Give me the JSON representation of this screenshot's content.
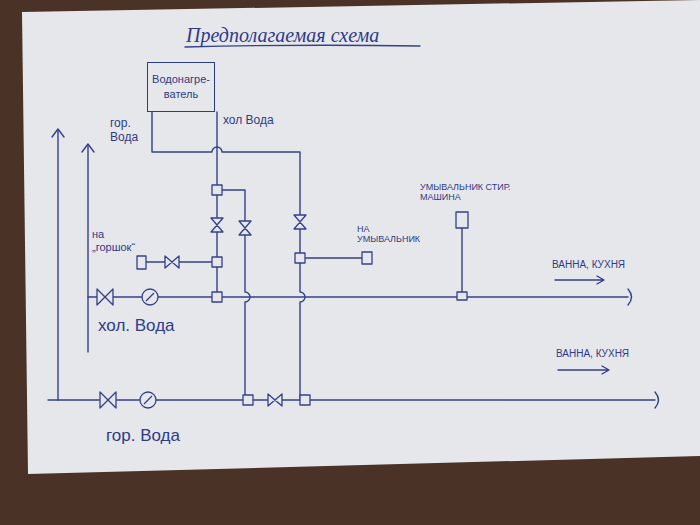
{
  "diagram": {
    "title": "Предполагаемая схема",
    "nodes": [
      {
        "text": [
          "Водонагре- ватель"
        ]
      }
    ],
    "edges": [],
    "labels": [
      "гор. Вода",
      "хол Вода",
      "на „горшок“",
      "НА УМЫВАЛЬНИК",
      "УМЫВАЛЬНИК СТИР. МАШИНА",
      "ВАННА, КУХНЯ",
      "хол. Вода",
      "ВАННА, КУХНЯ",
      "гор. Вода"
    ]
  }
}
